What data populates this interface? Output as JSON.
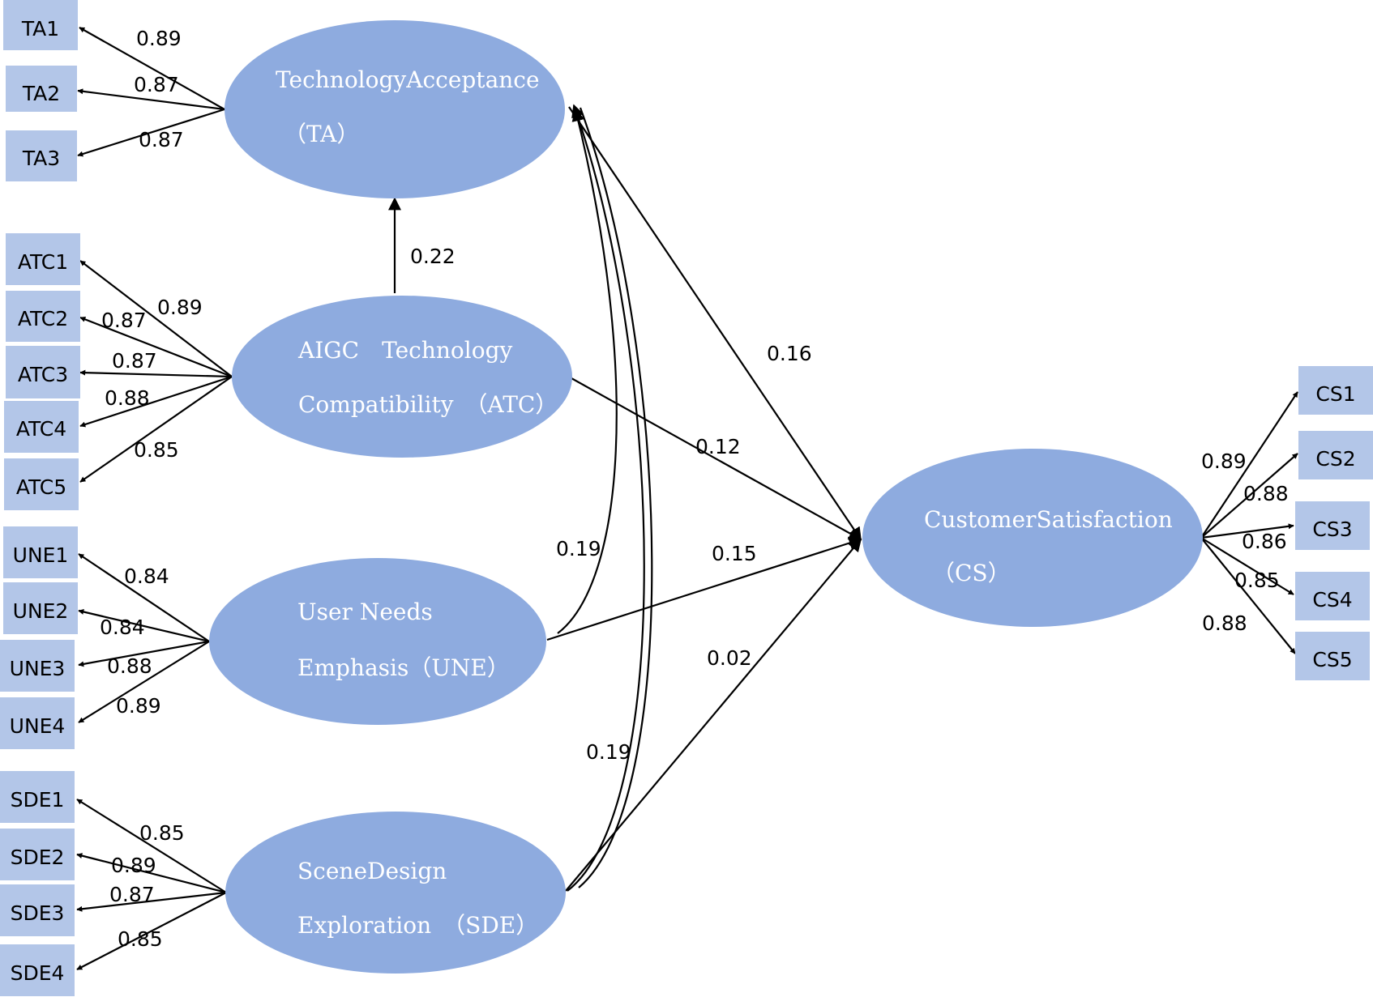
{
  "latents": {
    "ta": {
      "line1": "TechnologyAcceptance",
      "line2": "（TA）"
    },
    "atc": {
      "line1": "AIGC　Technology",
      "line2": "Compatibility　（ATC）"
    },
    "une": {
      "line1": "User Needs",
      "line2": "Emphasis（UNE）"
    },
    "sde": {
      "line1": "SceneDesign",
      "line2": "Exploration　（SDE）"
    },
    "cs": {
      "line1": "CustomerSatisfaction",
      "line2": "（CS）"
    }
  },
  "indicators": {
    "ta": [
      {
        "label": "TA1",
        "loading": "0.89"
      },
      {
        "label": "TA2",
        "loading": "0.87"
      },
      {
        "label": "TA3",
        "loading": "0.87"
      }
    ],
    "atc": [
      {
        "label": "ATC1",
        "loading": "0.89"
      },
      {
        "label": "ATC2",
        "loading": "0.87"
      },
      {
        "label": "ATC3",
        "loading": "0.87"
      },
      {
        "label": "ATC4",
        "loading": "0.88"
      },
      {
        "label": "ATC5",
        "loading": "0.85"
      }
    ],
    "une": [
      {
        "label": "UNE1",
        "loading": "0.84"
      },
      {
        "label": "UNE2",
        "loading": "0.84"
      },
      {
        "label": "UNE3",
        "loading": "0.88"
      },
      {
        "label": "UNE4",
        "loading": "0.89"
      }
    ],
    "sde": [
      {
        "label": "SDE1",
        "loading": "0.85"
      },
      {
        "label": "SDE2",
        "loading": "0.89"
      },
      {
        "label": "SDE3",
        "loading": "0.87"
      },
      {
        "label": "SDE4",
        "loading": "0.85"
      }
    ],
    "cs": [
      {
        "label": "CS1",
        "loading": "0.89"
      },
      {
        "label": "CS2",
        "loading": "0.88"
      },
      {
        "label": "CS3",
        "loading": "0.86"
      },
      {
        "label": "CS4",
        "loading": "0.85"
      },
      {
        "label": "CS5",
        "loading": "0.88"
      }
    ]
  },
  "paths": {
    "atc_ta": "0.22",
    "ta_cs": "0.16",
    "atc_cs": "0.12",
    "une_cs": "0.15",
    "sde_cs": "0.02",
    "une_ta": "0.19",
    "sde_ta": "0.19"
  },
  "colors": {
    "latent": "#8eabdf",
    "indicator": "#b3c6e8",
    "line": "#000000"
  }
}
